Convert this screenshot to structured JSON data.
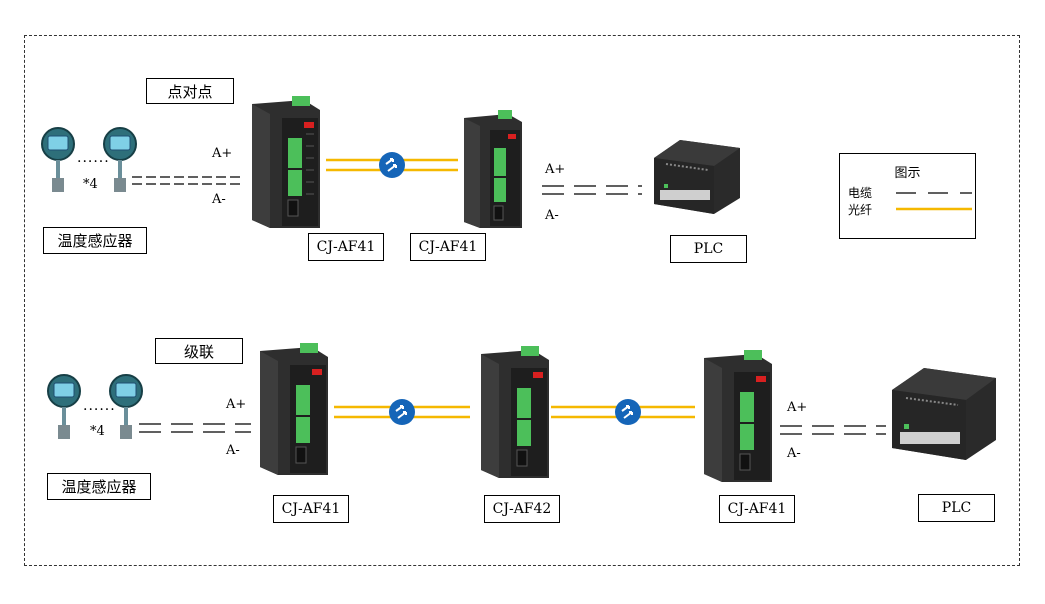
{
  "diagram": {
    "sections": [
      {
        "title": "点对点",
        "sensor_label": "温度感应器",
        "sensor_multiplier": "*4",
        "pin_plus": "A+",
        "pin_minus": "A-",
        "pin_plus_out": "A+",
        "pin_minus_out": "A-",
        "devices": [
          "CJ-AF41",
          "CJ-AF41"
        ],
        "target": "PLC"
      },
      {
        "title": "级联",
        "sensor_label": "温度感应器",
        "sensor_multiplier": "*4",
        "pin_plus": "A+",
        "pin_minus": "A-",
        "pin_plus_out": "A+",
        "pin_minus_out": "A-",
        "devices": [
          "CJ-AF41",
          "CJ-AF42",
          "CJ-AF41"
        ],
        "target": "PLC"
      }
    ],
    "legend": {
      "title": "图示",
      "items": [
        {
          "label": "电缆",
          "style": "dashed",
          "color": "#000000"
        },
        {
          "label": "光纤",
          "style": "solid",
          "color": "#f5b800"
        }
      ]
    },
    "colors": {
      "fiber": "#f5b800",
      "cable": "#000000",
      "fiber_icon": "#1565b8",
      "device_body": "#2b2b2b",
      "terminal": "#4cbf5a"
    }
  }
}
